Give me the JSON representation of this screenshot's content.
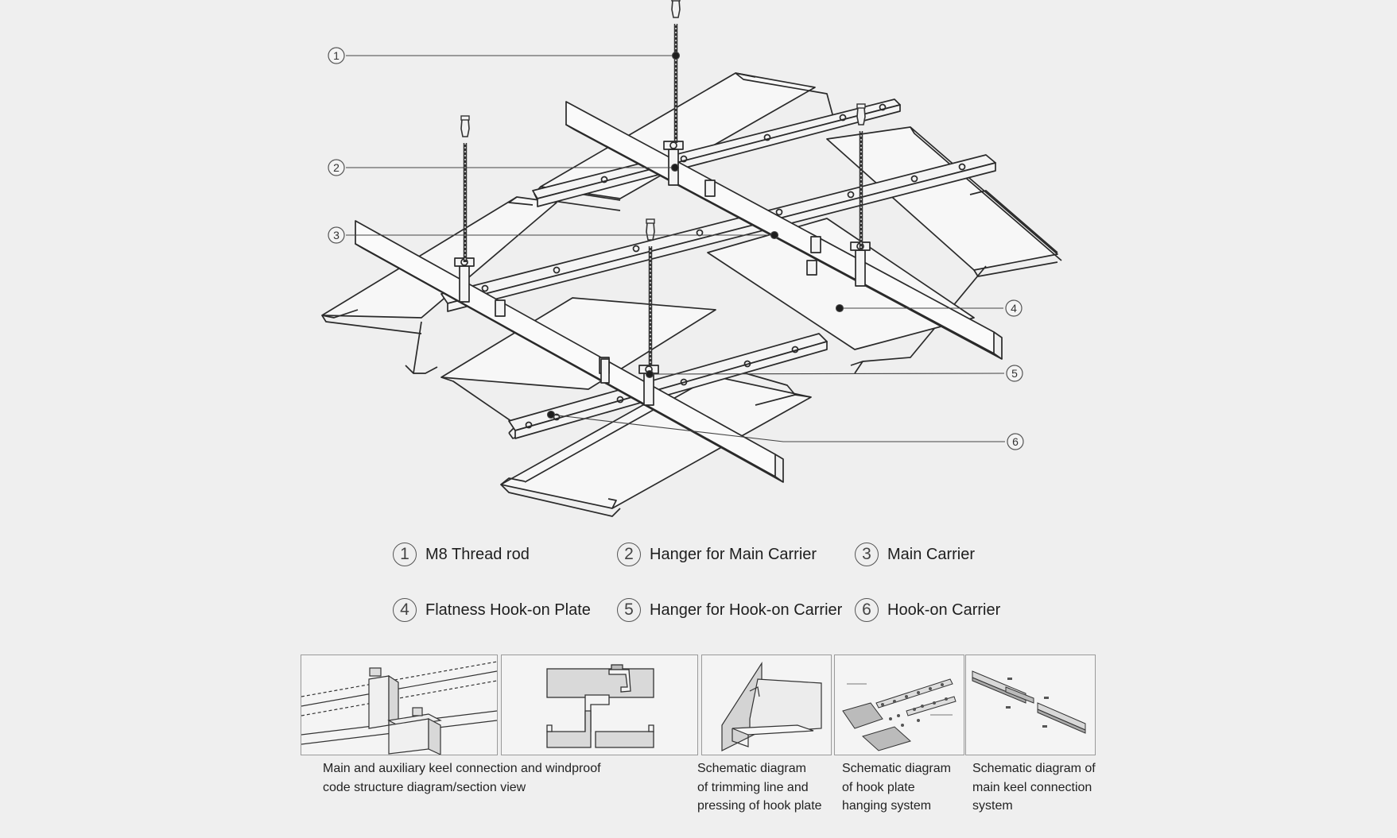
{
  "callouts": [
    {
      "num": "1",
      "label": "M8 Thread rod"
    },
    {
      "num": "2",
      "label": "Hanger for Main Carrier"
    },
    {
      "num": "3",
      "label": "Main Carrier"
    },
    {
      "num": "4",
      "label": "Flatness Hook-on Plate"
    },
    {
      "num": "5",
      "label": "Hanger for Hook-on Carrier"
    },
    {
      "num": "6",
      "label": "Hook-on Carrier"
    }
  ],
  "details": {
    "keel_section": {
      "caption_line1": "Main and auxiliary keel connection and windproof",
      "caption_line2": "code structure diagram/section view"
    },
    "trimming": {
      "caption_line1": "Schematic diagram",
      "caption_line2": "of trimming line and",
      "caption_line3": "pressing of hook plate"
    },
    "hanging": {
      "caption_line1": "Schematic diagram",
      "caption_line2": "of hook plate",
      "caption_line3": "hanging system"
    },
    "main_keel": {
      "caption_line1": "Schematic diagram of",
      "caption_line2": "main keel connection",
      "caption_line3": "system"
    }
  }
}
